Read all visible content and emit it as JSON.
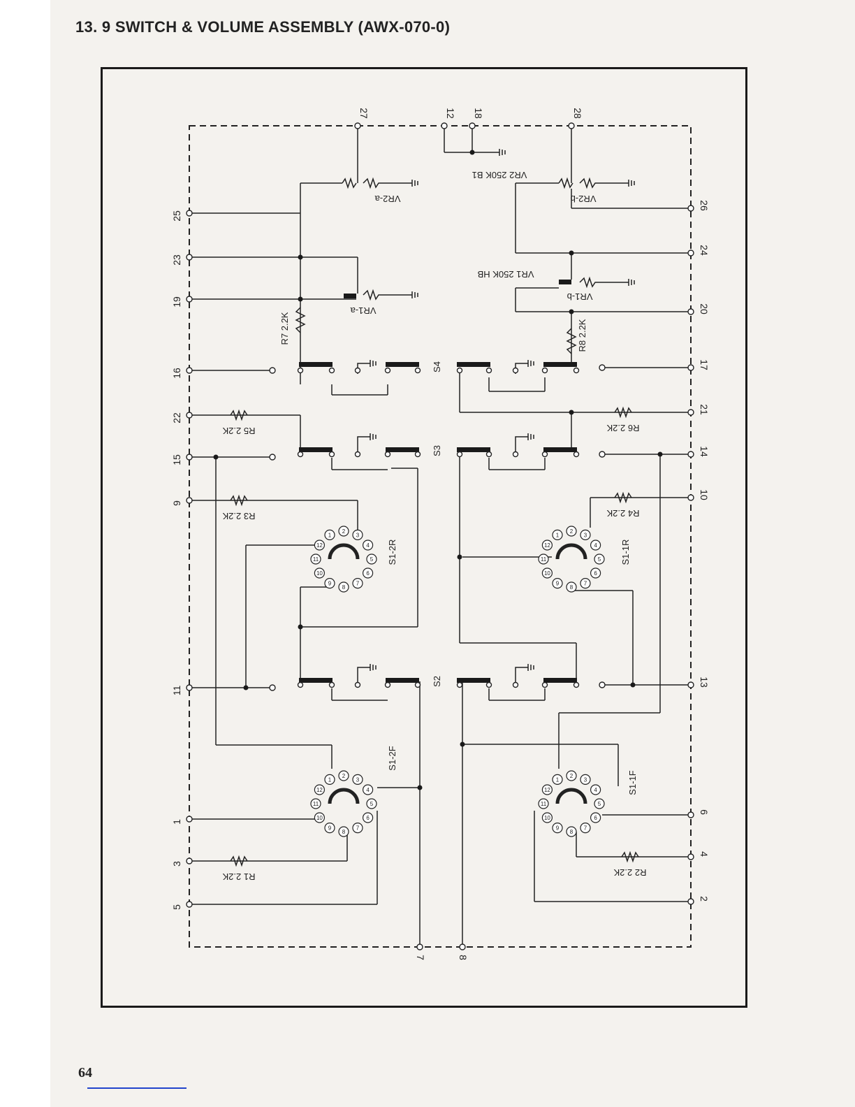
{
  "header": {
    "title": "13. 9 SWITCH & VOLUME ASSEMBLY (AWX-070-0)"
  },
  "footer": {
    "page_number": "64"
  },
  "schematic": {
    "terminals_left": [
      "25",
      "23",
      "19",
      "16",
      "22",
      "15",
      "9",
      "11",
      "1",
      "3",
      "5"
    ],
    "terminals_top": [
      "27",
      "12",
      "18",
      "28"
    ],
    "terminals_right": [
      "26",
      "24",
      "20",
      "17",
      "21",
      "14",
      "10",
      "13",
      "6",
      "4",
      "2"
    ],
    "terminals_bottom": [
      "7",
      "8"
    ],
    "labels": {
      "vr2a": "VR2-a",
      "vr2b": "VR2-b",
      "vr2": "VR2  250K B1",
      "vr1a": "VR1-a",
      "vr1b": "VR1-b",
      "vr1": "VR1  250K HB",
      "r7": "R7 2.2K",
      "r8": "R8 2.2K",
      "r5": "R5 2.2K",
      "r6": "R6 2.2K",
      "r3": "R3 2.2K",
      "r4": "R4 2.2K",
      "r1": "R1 2.2K",
      "r2": "R2 2.2K",
      "s4": "S4",
      "s3": "S3",
      "s2": "S2",
      "s1_2r": "S1-2R",
      "s1_1r": "S1-1R",
      "s1_2f": "S1-2F",
      "s1_1f": "S1-1F"
    },
    "rotary_positions": [
      "1",
      "2",
      "3",
      "4",
      "5",
      "6",
      "7",
      "8",
      "9",
      "10",
      "11",
      "12"
    ]
  }
}
